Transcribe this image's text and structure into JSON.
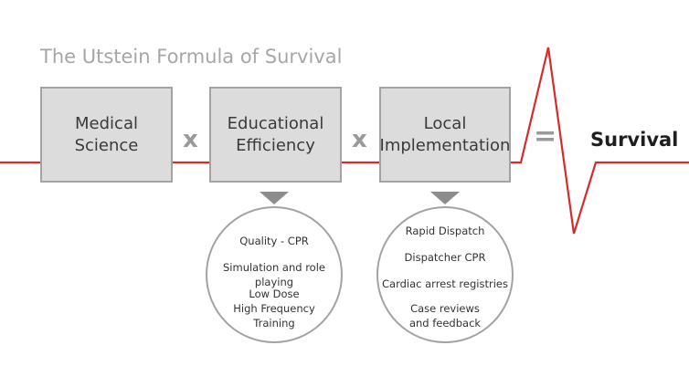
{
  "title": "The Utstein Formula of Survival",
  "factors": [
    {
      "line1": "Medical",
      "line2": "Science"
    },
    {
      "line1": "Educational",
      "line2": "Efficiency"
    },
    {
      "line1": "Local",
      "line2": "Implementation"
    }
  ],
  "operators": {
    "multiply": "x",
    "equals": "="
  },
  "result": "Survival",
  "education_details": [
    "Quality - CPR",
    "Simulation and role playing",
    "Low Dose\nHigh Frequency\nTraining"
  ],
  "implementation_details": [
    "Rapid Dispatch",
    "Dispatcher CPR",
    "Cardiac arrest registries",
    "Case reviews\nand feedback"
  ],
  "colors": {
    "line": "#d62b2b",
    "box": "#dcdcdc",
    "border": "#a3a3a3",
    "title": "#a6a6a6"
  }
}
